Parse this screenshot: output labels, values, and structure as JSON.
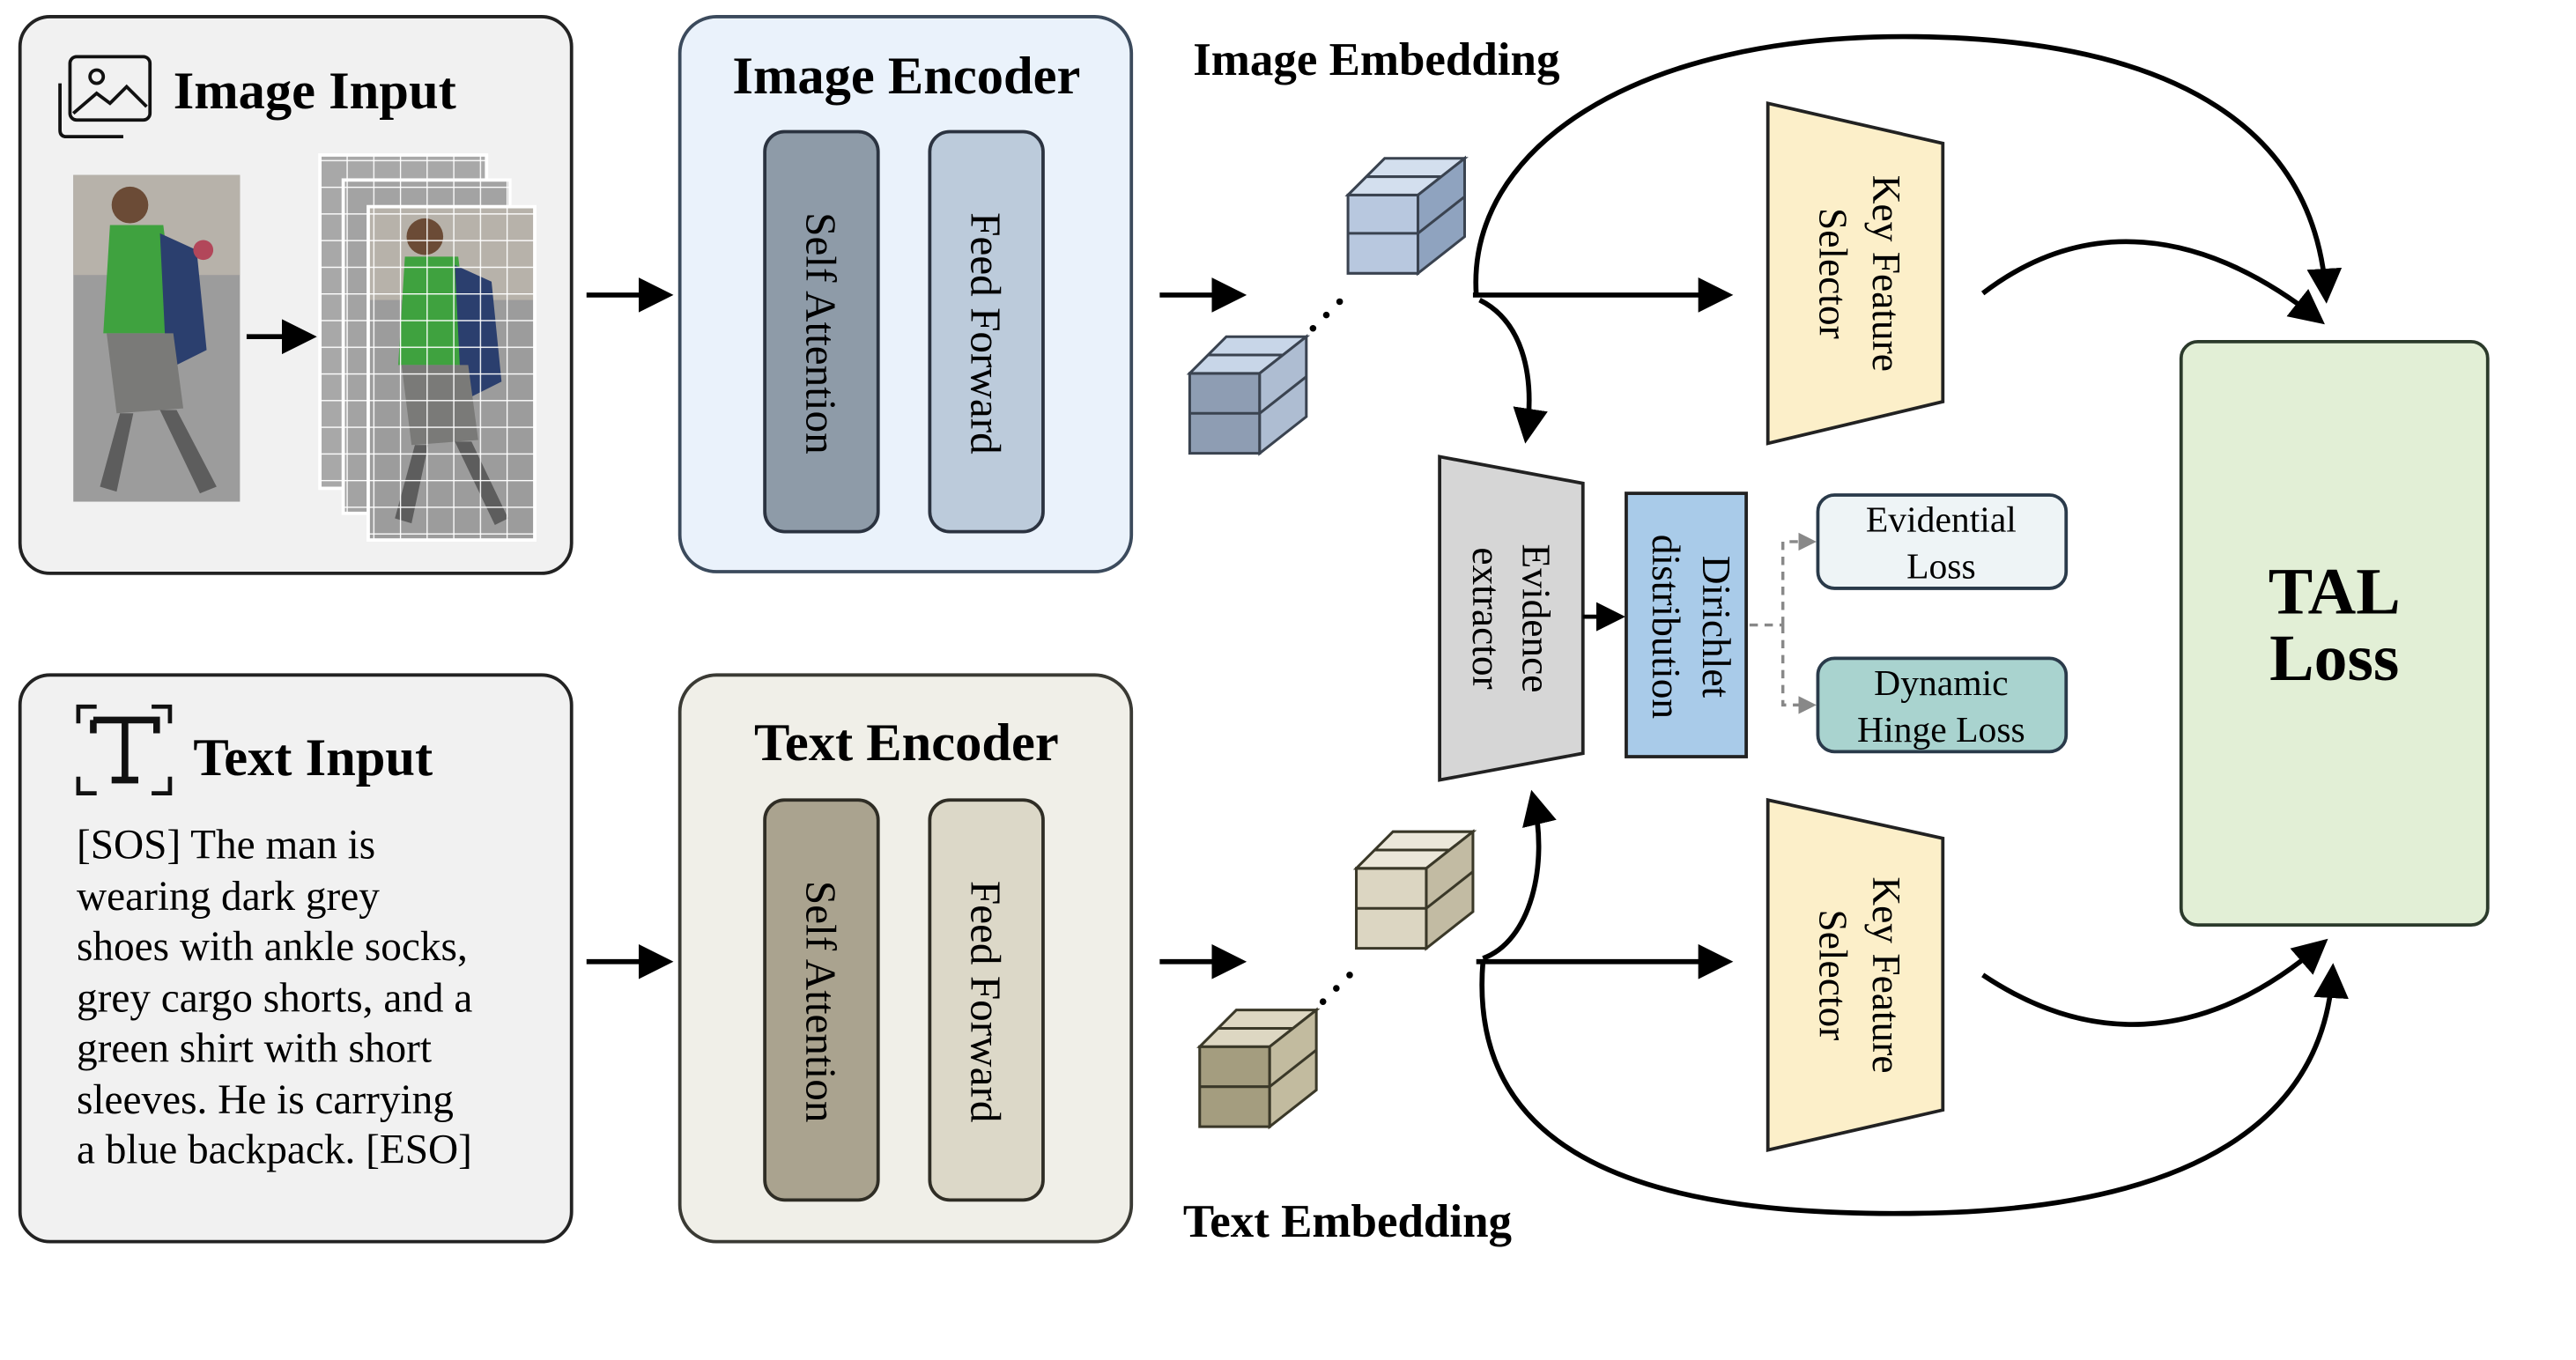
{
  "image_input": {
    "title": "Image Input",
    "icon": "image-gallery-icon"
  },
  "image_encoder": {
    "title": "Image Encoder",
    "self_attention": "Self Attention",
    "feed_forward": "Feed Forward",
    "bg_color": "#eaf2fb",
    "sa_color": "#8e9ba8",
    "ff_color": "#bccbdb"
  },
  "text_input": {
    "title": "Text Input",
    "icon": "text-t-icon",
    "lines": [
      "[SOS] The man is",
      "wearing dark grey",
      "shoes with ankle socks,",
      "grey cargo shorts, and a",
      "green shirt with short",
      "sleeves. He is carrying",
      "a blue backpack. [ESO]"
    ]
  },
  "text_encoder": {
    "title": "Text Encoder",
    "self_attention": "Self Attention",
    "feed_forward": "Feed Forward",
    "bg_color": "#f0efe8",
    "sa_color": "#aaa38f",
    "ff_color": "#dcd8c8"
  },
  "image_embedding": {
    "label": "Image Embedding",
    "cube_color": "#b8c8df"
  },
  "text_embedding": {
    "label": "Text Embedding",
    "cube_color": "#dcd6c2"
  },
  "key_feature_selector_top": {
    "line1": "Key Feature",
    "line2": "Selector"
  },
  "key_feature_selector_bottom": {
    "line1": "Key Feature",
    "line2": "Selector"
  },
  "evidence_extractor": {
    "line1": "Evidence",
    "line2": "extractor"
  },
  "dirichlet": {
    "line1": "Dirichlet",
    "line2": "distribution"
  },
  "evidential_loss": {
    "line1": "Evidential",
    "line2": "Loss"
  },
  "dynamic_hinge_loss": {
    "line1": "Dynamic",
    "line2": "Hinge Loss"
  },
  "tal_loss": {
    "line1": "TAL",
    "line2": "Loss"
  },
  "colors": {
    "panel": "#f1f1f1",
    "selector": "#fcefc9",
    "extractor": "#d6d6d6",
    "dirichlet": "#a9cbe9",
    "evidential": "#eef4f6",
    "hinge": "#a9d3cf",
    "tal": "#e2efd6"
  }
}
